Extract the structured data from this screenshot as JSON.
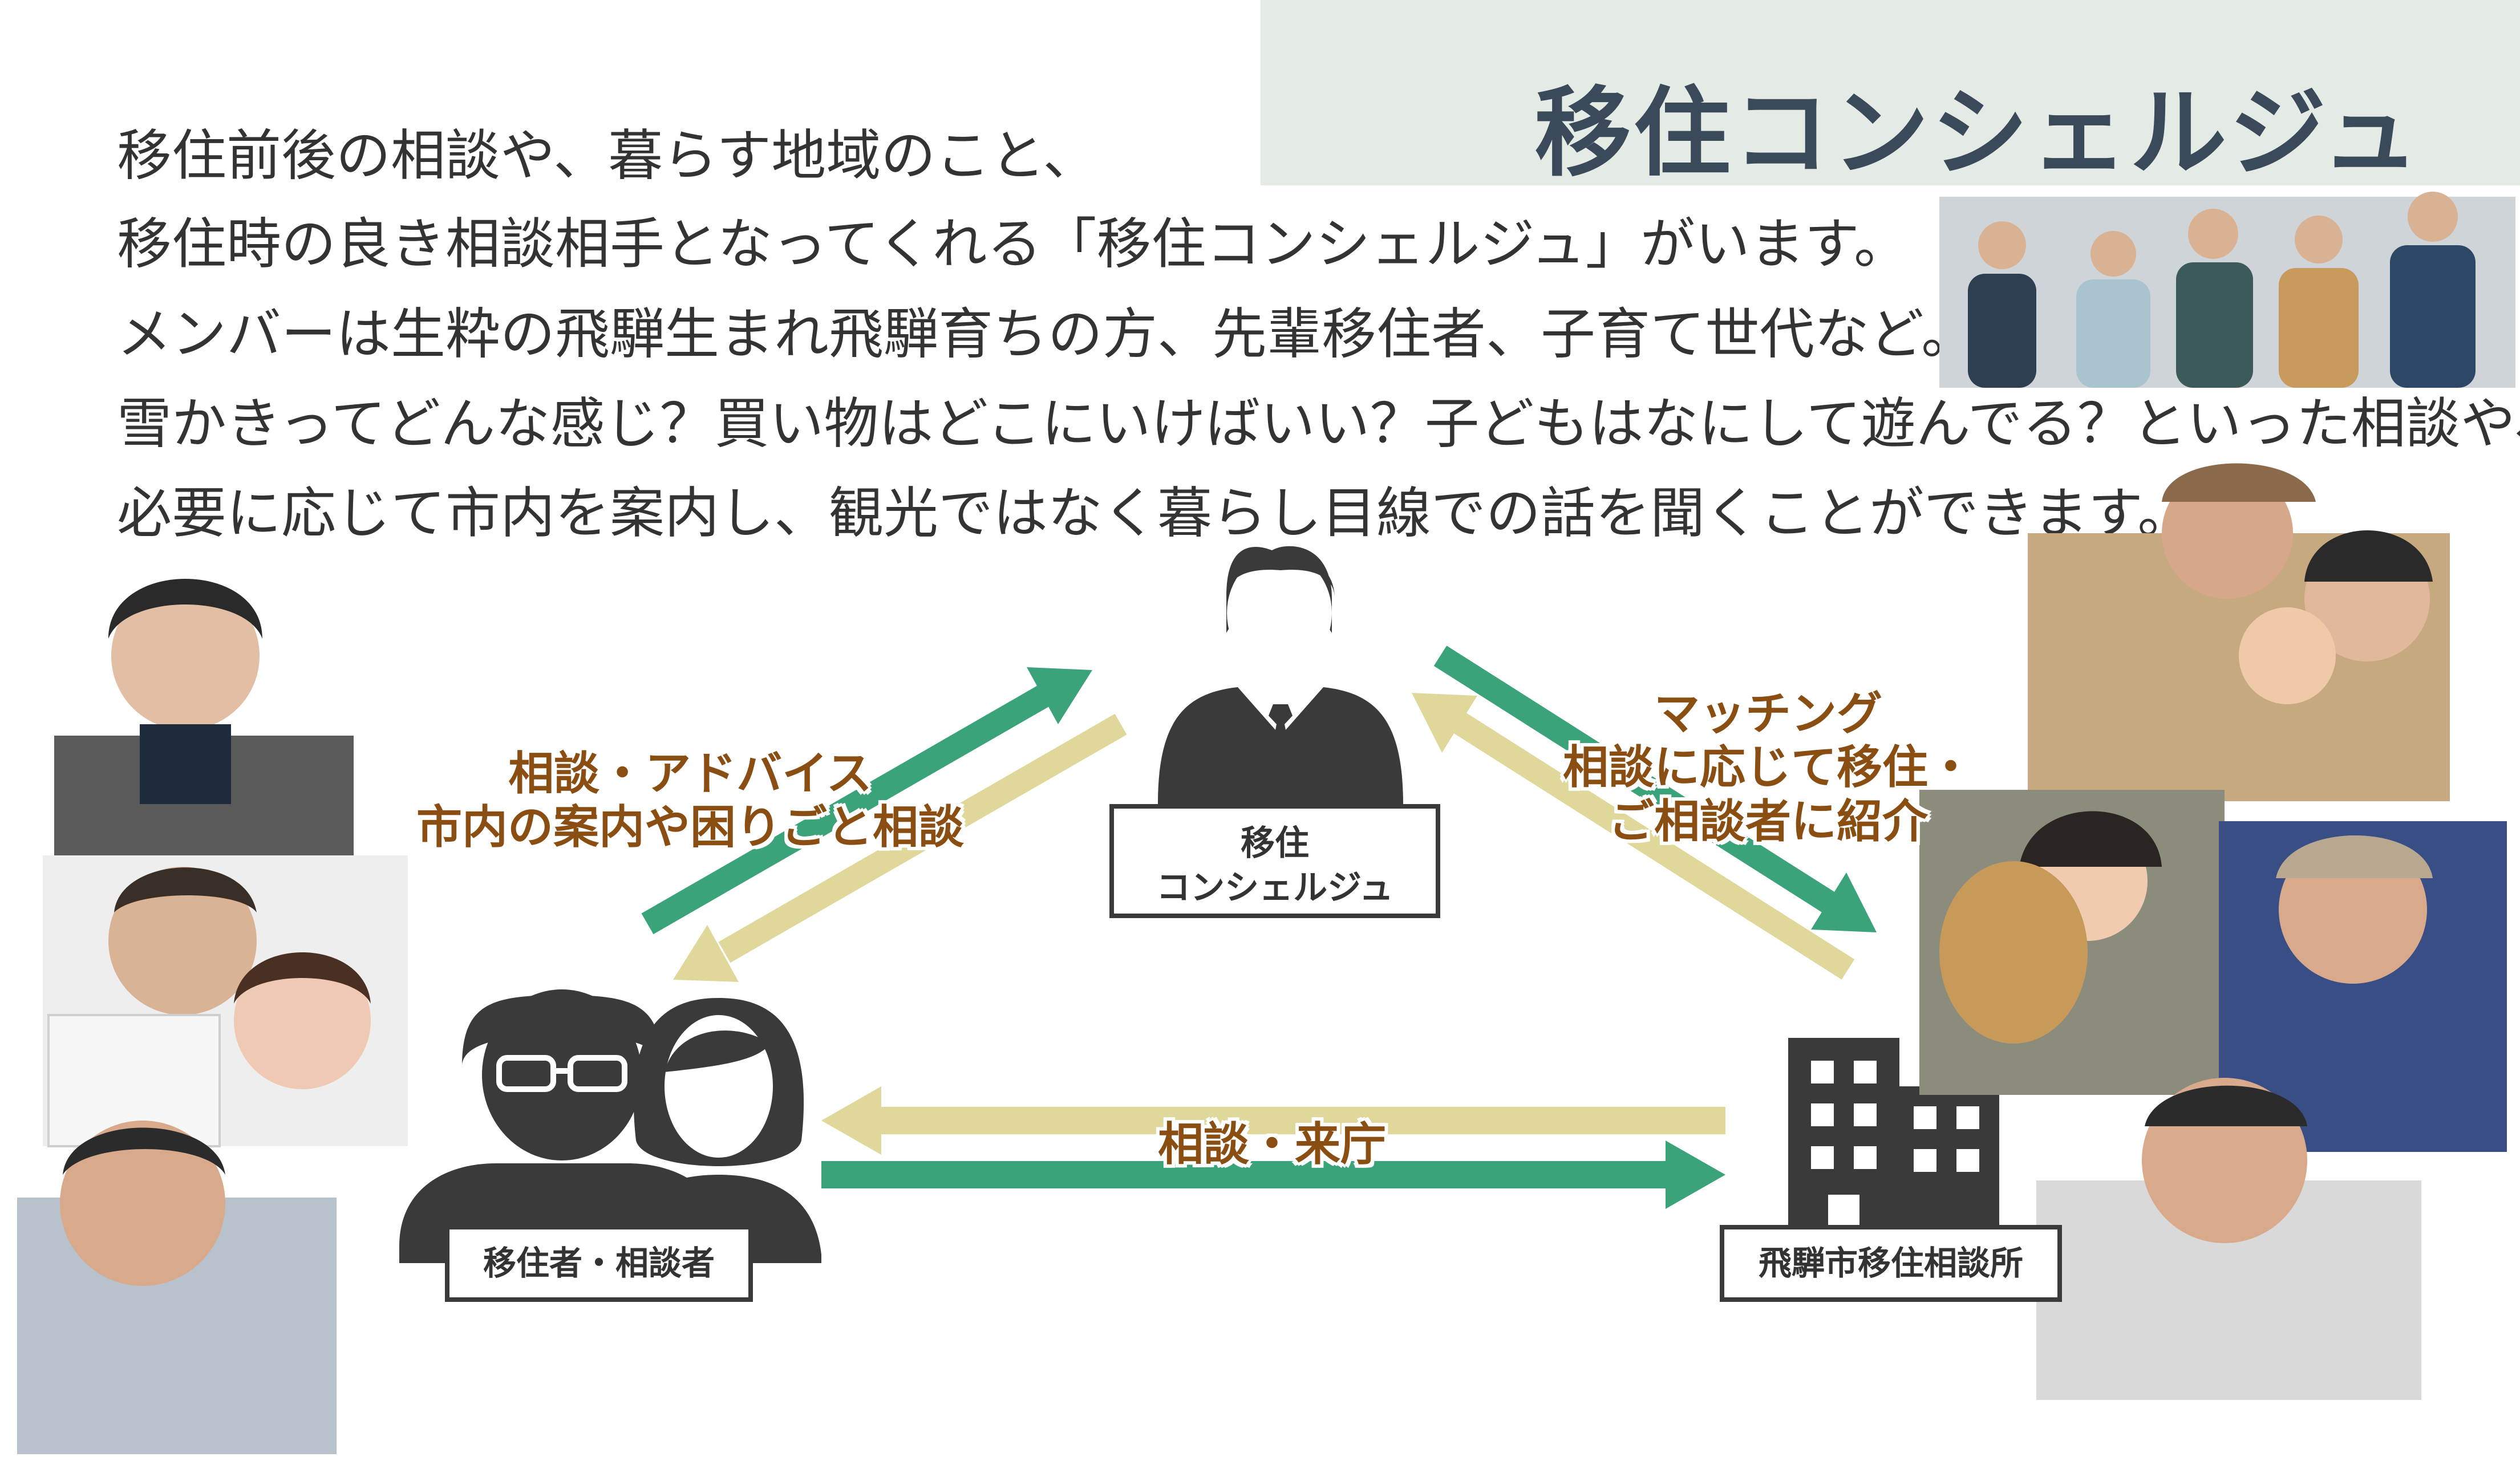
{
  "header": {
    "title": "移住コンシェルジュ"
  },
  "intro": {
    "lines": [
      "移住前後の相談や、暮らす地域のこと、",
      "移住時の良き相談相手となってくれる「移住コンシェルジュ」がいます。",
      "メンバーは生粋の飛騨生まれ飛騨育ちの方、先輩移住者、子育て世代など。",
      "雪かきってどんな感じ？買い物はどこにいけばいい？子どもはなにして遊んでる？といった相談や、",
      "必要に応じて市内を案内し、観光ではなく暮らし目線での話を聞くことができます。"
    ]
  },
  "diagram": {
    "nodes": {
      "concierge": {
        "label_line1": "移住",
        "label_line2": "コンシェルジュ",
        "icon": "businessman-icon"
      },
      "migrant": {
        "label": "移住者・相談者",
        "icon": "couple-icon"
      },
      "office": {
        "label": "飛騨市移住相談所",
        "icon": "office-building-icon"
      }
    },
    "edges": {
      "left": {
        "line1": "相談・アドバイス",
        "line2": "市内の案内や困りごと相談"
      },
      "right": {
        "line1": "マッチング",
        "line2": "相談に応じて移住・",
        "line3": "ご相談者に紹介"
      },
      "bottom": {
        "line1": "相談・来庁"
      }
    }
  },
  "colors": {
    "title_band": "#e4eae4",
    "title_text": "#3b4a5a",
    "arrow_green": "#3aa37a",
    "arrow_beige": "#e0d79a",
    "label_brown": "#8a4e12",
    "icon_dark": "#3a3a3a"
  }
}
